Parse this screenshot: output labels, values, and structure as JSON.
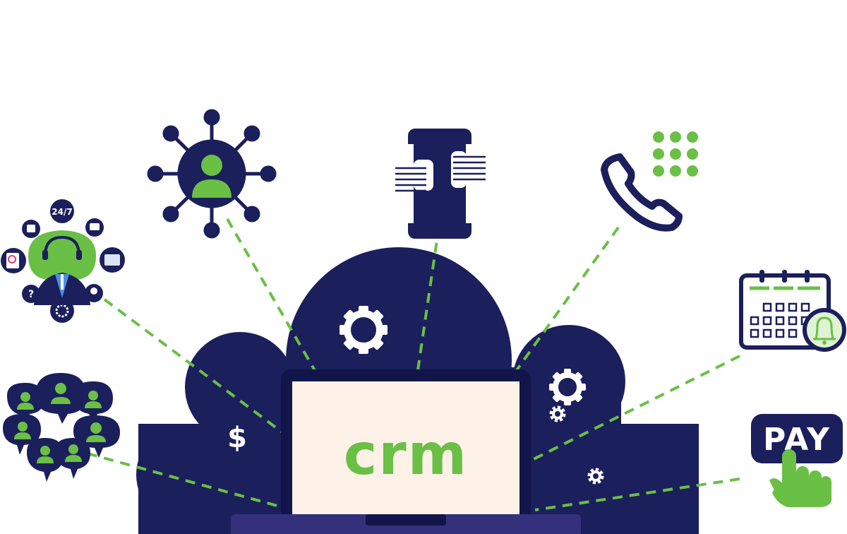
{
  "screen_text": "crm",
  "pay_label": "PAY",
  "hours_badge": "24/7",
  "help_glyph": "?",
  "currency_glyph": "$",
  "colors": {
    "navy": "#1b1f5c",
    "green": "#6abf45",
    "screen": "#fdf1e8",
    "base": "#35307c",
    "bell": "#dff3d3"
  },
  "icons": [
    "network-user-icon",
    "phone-chat-icon",
    "telephone-keypad-icon",
    "calendar-bell-icon",
    "pay-touch-icon",
    "support-agent-icon",
    "customer-group-icon",
    "gear-icon",
    "dollar-icon",
    "laptop-icon"
  ]
}
